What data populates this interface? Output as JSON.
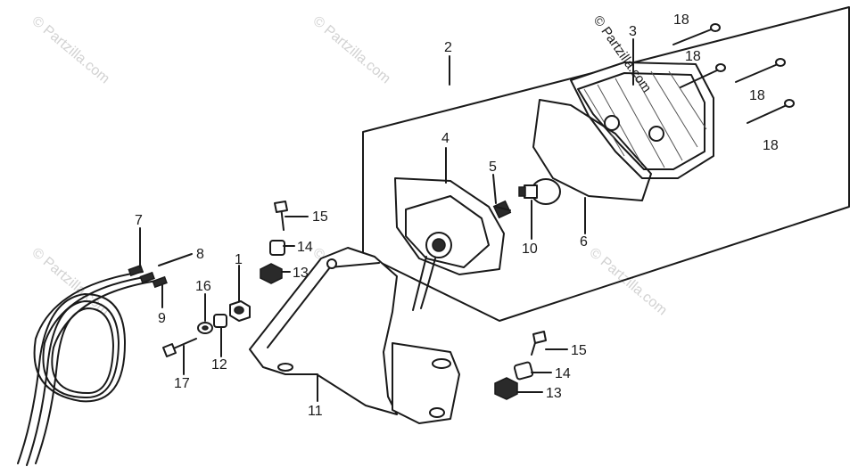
{
  "watermark": {
    "text": "© Partzilla.com",
    "color": "#d2d2d2"
  },
  "copyright_label": "© Partzilla.com",
  "callouts": {
    "p1": "1",
    "p2": "2",
    "p3": "3",
    "p4": "4",
    "p5": "5",
    "p6": "6",
    "p7": "7",
    "p8": "8",
    "p9": "9",
    "p10": "10",
    "p11": "11",
    "p12": "12",
    "p13a": "13",
    "p13b": "13",
    "p14a": "14",
    "p14b": "14",
    "p15a": "15",
    "p15b": "15",
    "p16": "16",
    "p17": "17",
    "p18a": "18",
    "p18b": "18",
    "p18c": "18",
    "p18d": "18"
  }
}
